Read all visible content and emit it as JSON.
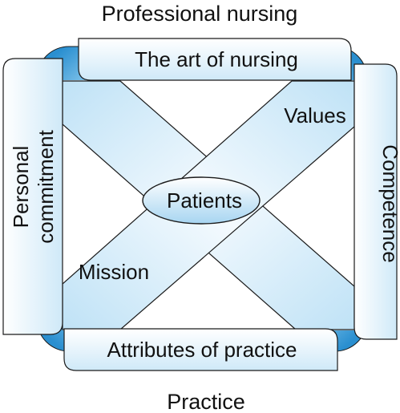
{
  "title": "Professional nursing",
  "footer": "Practice",
  "top_box": "The art of nursing",
  "bottom_box": "Attributes of practice",
  "left_box_lines": [
    "Personal",
    "commitment"
  ],
  "right_box": "Competence",
  "center": "Patients",
  "band_labels": {
    "upper_right": "Values",
    "lower_left": "Mission"
  },
  "colors": {
    "frame_blue": "#2a8fd0",
    "band_light": "#e6f3fb",
    "band_mid": "#a9d6f0",
    "stroke": "#1a1a1a",
    "text": "#111111"
  }
}
